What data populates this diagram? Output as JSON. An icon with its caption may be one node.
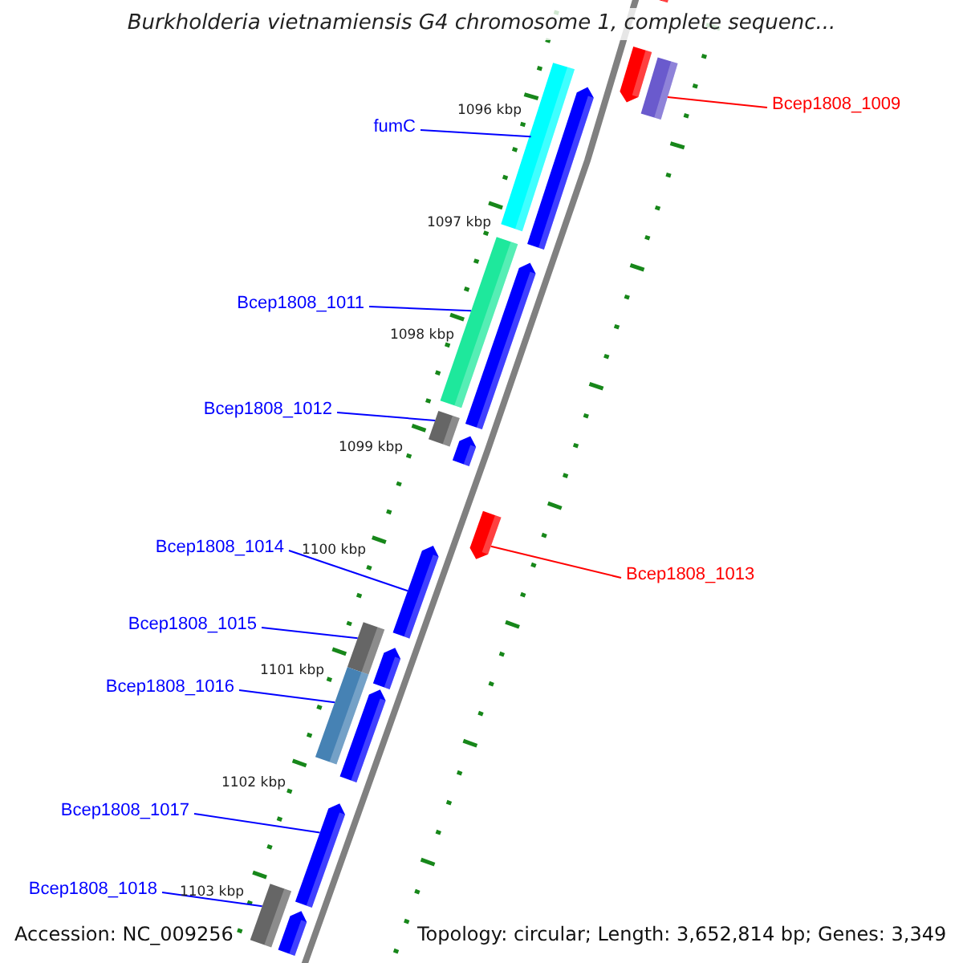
{
  "diagram": {
    "title": "Burkholderia vietnamiensis G4 chromosome 1, complete sequenc...",
    "nodes": [
      {
        "text": [
          "Bcep1808_1009"
        ]
      },
      {
        "text": [
          "fumC"
        ]
      },
      {
        "text": [
          "Bcep1808_1011"
        ]
      },
      {
        "text": [
          "Bcep1808_1012"
        ]
      },
      {
        "text": [
          "Bcep1808_1014"
        ]
      },
      {
        "text": [
          "Bcep1808_1013"
        ]
      },
      {
        "text": [
          "Bcep1808_1015"
        ]
      },
      {
        "text": [
          "Bcep1808_1016"
        ]
      },
      {
        "text": [
          "Bcep1808_1017"
        ]
      },
      {
        "text": [
          "Bcep1808_1018"
        ]
      },
      {
        "text": [],
        "shape": "bar"
      },
      {
        "text": [],
        "shape": "bar"
      },
      {
        "text": [],
        "shape": "bar"
      },
      {
        "text": [],
        "shape": "bar"
      },
      {
        "text": [],
        "shape": "bar"
      },
      {
        "text": [],
        "shape": "bar"
      },
      {
        "text": [],
        "shape": "bar"
      },
      {
        "text": [],
        "shape": "bar"
      },
      {
        "text": [],
        "shape": "bar"
      },
      {
        "text": [],
        "shape": "bar"
      },
      {
        "text": [],
        "shape": "bar"
      },
      {
        "text": [],
        "shape": "bar"
      },
      {
        "text": [],
        "shape": "bar"
      },
      {
        "text": [],
        "shape": "bar"
      },
      {
        "text": [],
        "shape": "bar"
      },
      {
        "text": [],
        "shape": "bar"
      },
      {
        "text": [],
        "shape": "bar"
      },
      {
        "text": [],
        "shape": "bar"
      }
    ],
    "edges": [
      {
        "from": 0,
        "to": 12,
        "arrow": "none",
        "color": "#ff0000"
      },
      {
        "from": 1,
        "to": 13,
        "arrow": "none"
      },
      {
        "from": 2,
        "to": 15,
        "arrow": "none"
      },
      {
        "from": 3,
        "to": 17,
        "arrow": "none"
      },
      {
        "from": 4,
        "to": 20,
        "arrow": "none"
      },
      {
        "from": 5,
        "to": 19,
        "arrow": "none",
        "color": "#ff0000"
      },
      {
        "from": 6,
        "to": 21,
        "arrow": "none"
      },
      {
        "from": 7,
        "to": 23,
        "arrow": "none"
      },
      {
        "from": 8,
        "to": 25,
        "arrow": "none"
      },
      {
        "from": 9,
        "to": 26,
        "arrow": "none"
      }
    ],
    "labels": [
      "1096 kbp",
      "1097 kbp",
      "1098 kbp",
      "1099 kbp",
      "1100 kbp",
      "1101 kbp",
      "1102 kbp",
      "1103 kbp",
      "Accession: NC_009256",
      "Topology: circular; Length: 3,652,814 bp; Genes: 3,349"
    ]
  }
}
